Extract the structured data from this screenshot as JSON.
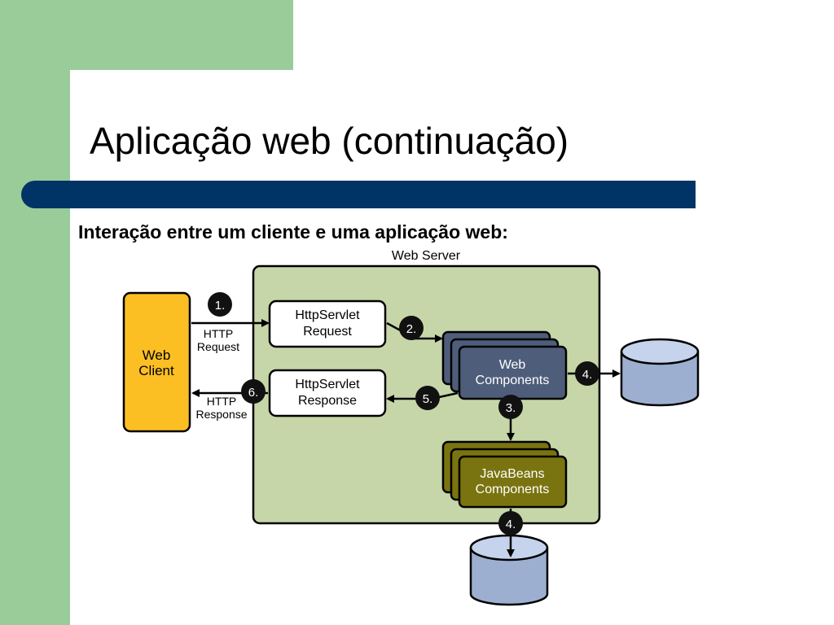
{
  "slide": {
    "title": "Aplicação web (continuação)",
    "subtitle": "Interação entre um cliente e uma aplicação web:"
  },
  "diagram": {
    "server_label": "Web Server",
    "client": {
      "line1": "Web",
      "line2": "Client"
    },
    "request_box": {
      "line1": "HttpServlet",
      "line2": "Request"
    },
    "response_box": {
      "line1": "HttpServlet",
      "line2": "Response"
    },
    "web_components": {
      "line1": "Web",
      "line2": "Components"
    },
    "javabeans_components": {
      "line1": "JavaBeans",
      "line2": "Components"
    },
    "http_request": {
      "line1": "HTTP",
      "line2": "Request"
    },
    "http_response": {
      "line1": "HTTP",
      "line2": "Response"
    },
    "steps": {
      "s1": "1.",
      "s2": "2.",
      "s3": "3.",
      "s4a": "4.",
      "s4b": "4.",
      "s5": "5.",
      "s6": "6."
    },
    "colors": {
      "server_bg": "#c6d6a8",
      "client_bg": "#fbbf24",
      "web_components_bg": "#4e5d7a",
      "javabeans_bg": "#7a7410",
      "database_bg": "#9dafd0"
    }
  }
}
